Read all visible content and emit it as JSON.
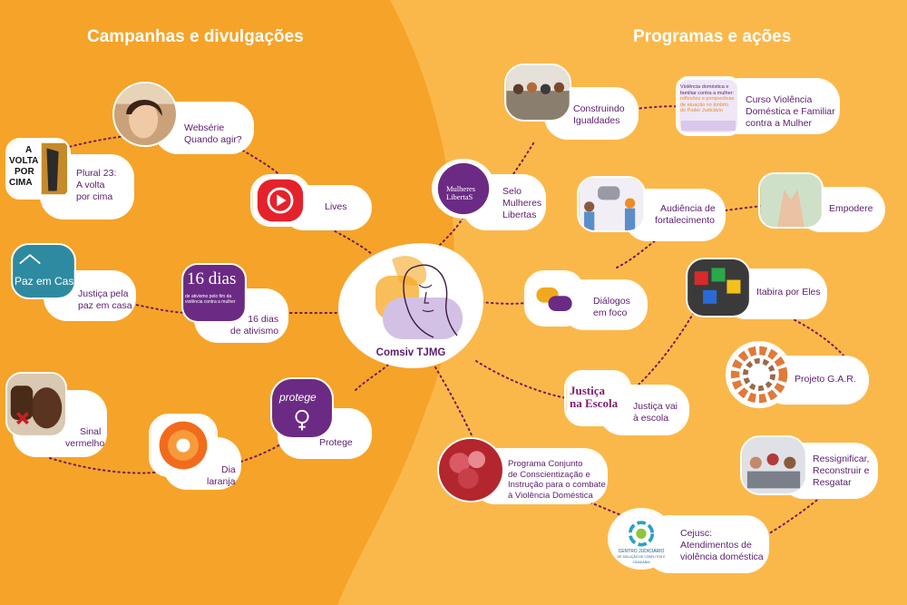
{
  "headings": {
    "left": "Campanhas e divulgações",
    "right": "Programas e ações"
  },
  "center": {
    "title": "Comsiv TJMG"
  },
  "campaigns": [
    {
      "id": "webserie",
      "lines": [
        "Websérie",
        "Quando agir?"
      ]
    },
    {
      "id": "plural23",
      "lines": [
        "Plural 23:",
        "A volta",
        "por cima"
      ]
    },
    {
      "id": "lives",
      "lines": [
        "Lives"
      ]
    },
    {
      "id": "justica-paz",
      "lines": [
        "Justiça pela",
        "paz em casa"
      ]
    },
    {
      "id": "16dias",
      "lines": [
        "16 dias",
        "de ativismo"
      ]
    },
    {
      "id": "protege",
      "lines": [
        "Protege"
      ]
    },
    {
      "id": "sinal",
      "lines": [
        "Sinal",
        "vermelho"
      ]
    },
    {
      "id": "dia-laranja",
      "lines": [
        "Dia",
        "laranja"
      ]
    }
  ],
  "programs": [
    {
      "id": "construindo",
      "lines": [
        "Construindo",
        "Igualdades"
      ]
    },
    {
      "id": "curso",
      "lines": [
        "Curso Violência",
        "Doméstica e Familiar",
        "contra a Mulher"
      ]
    },
    {
      "id": "selo",
      "lines": [
        "Selo",
        "Mulheres",
        "Libertas"
      ]
    },
    {
      "id": "audiencia",
      "lines": [
        "Audiência de",
        "fortalecimento"
      ]
    },
    {
      "id": "empodere",
      "lines": [
        "Empodere"
      ]
    },
    {
      "id": "itabira",
      "lines": [
        "Itabira por Eles"
      ]
    },
    {
      "id": "dialogos",
      "lines": [
        "Diálogos",
        "em foco"
      ]
    },
    {
      "id": "gar",
      "lines": [
        "Projeto G.A.R."
      ]
    },
    {
      "id": "justica-escola",
      "lines": [
        "Justiça vai",
        "à escola"
      ]
    },
    {
      "id": "ressignificar",
      "lines": [
        "Ressignificar,",
        "Reconstruir e",
        "Resgatar"
      ]
    },
    {
      "id": "programa-conjunto",
      "lines": [
        "Programa Conjunto",
        "de Conscientização e",
        "Instrução para o combate",
        "à Violência Doméstica"
      ]
    },
    {
      "id": "cejusc",
      "lines": [
        "Cejusc:",
        "Atendimentos de",
        "violência doméstica"
      ]
    }
  ],
  "thumb_text": {
    "plural23_logo": [
      "A",
      "VOLTA",
      "POR",
      "CIMA"
    ],
    "paz_em_casa_logo": "Paz em Casa",
    "dias_logo_big": "16 dias",
    "dias_logo_small": [
      "de ativismo pelo fim da",
      "violência contra a mulher"
    ],
    "protege_logo": "protege",
    "libertas_logo": [
      "Mulheres",
      "LibertaS"
    ],
    "escola_logo": [
      "Justiça",
      "na Escola"
    ],
    "curso_thumb": [
      "Violência doméstica e",
      "familiar contra a mulher:",
      "reflexões e perspectivas",
      "de atuação no âmbito",
      "do Poder Judiciário"
    ],
    "cejusc_logo": [
      "CENTRO JUDICIÁRIO",
      "DE SOLUÇÃO DE CONFLITOS E CIDADANIA"
    ]
  },
  "colors": {
    "left_bg": "#f6a329",
    "right_bg": "#fbb84a",
    "accent_purple": "#5b1c6e",
    "line_purple": "#6b1f5b"
  },
  "icons": {
    "lives": "play-icon",
    "dialogos": "chat-bubbles-icon",
    "protege": "female-symbol-icon"
  }
}
